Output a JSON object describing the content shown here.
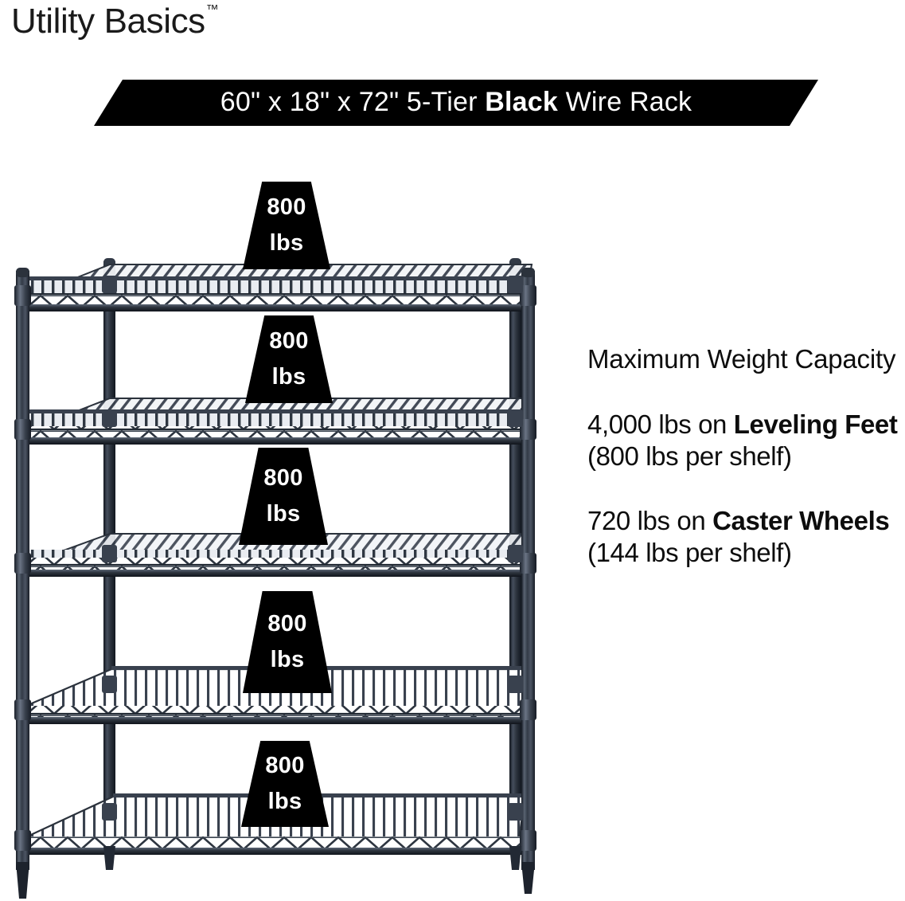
{
  "background_color": "#ffffff",
  "brand": {
    "name": "Utility Basics",
    "trademark": "™"
  },
  "banner": {
    "text_prefix": "60\" x 18\" x 72\" 5-Tier ",
    "text_bold": "Black",
    "text_suffix": " Wire Rack",
    "background_color": "#000000",
    "text_color": "#ffffff"
  },
  "info": {
    "heading": "Maximum Weight Capacity",
    "paragraphs": [
      {
        "lead": "4,000 lbs on ",
        "bold": "Leveling Feet",
        "tail": " (800 lbs per shelf)"
      },
      {
        "lead": "720 lbs on ",
        "bold": "Caster Wheels",
        "tail": " (144 lbs per shelf)"
      }
    ]
  },
  "product": {
    "type": "5-tier wire shelving rack",
    "color_name": "Black",
    "width_in": "60\"",
    "depth_in": "18\"",
    "height_in": "72\"",
    "tiers": 5,
    "frame_color": "#2b323c",
    "shelf_count": 5
  },
  "weight_labels": [
    {
      "value": "800",
      "unit": "lbs",
      "shelf_index": 1
    },
    {
      "value": "800",
      "unit": "lbs",
      "shelf_index": 2
    },
    {
      "value": "800",
      "unit": "lbs",
      "shelf_index": 3
    },
    {
      "value": "800",
      "unit": "lbs",
      "shelf_index": 4
    },
    {
      "value": "800",
      "unit": "lbs",
      "shelf_index": 5
    }
  ]
}
